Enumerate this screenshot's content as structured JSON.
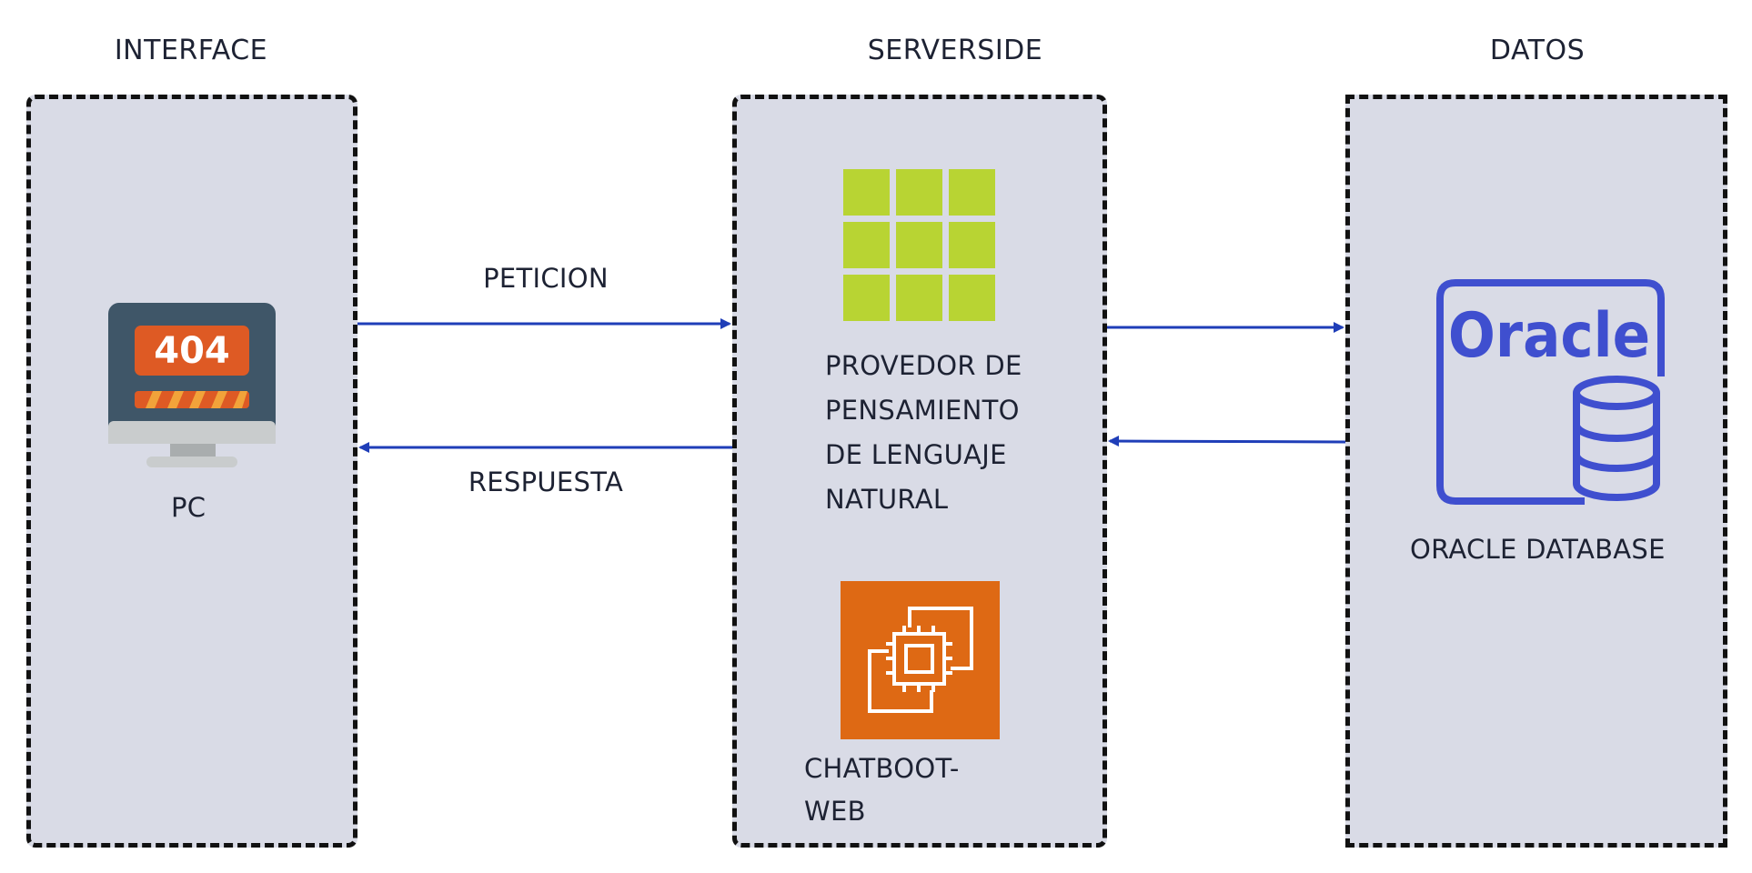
{
  "columns": {
    "interface": "INTERFACE",
    "serverside": "SERVERSIDE",
    "datos": "DATOS"
  },
  "nodes": {
    "pc": "PC",
    "nlp_provider_lines": [
      "PROVEDOR DE",
      "PENSAMIENTO",
      "DE LENGUAJE",
      "NATURAL"
    ],
    "chatbot_lines": [
      "CHATBOOT-",
      "WEB"
    ],
    "oracle_db": "ORACLE DATABASE",
    "oracle_logo": "Oracle",
    "pc_error_code": "404"
  },
  "edges": {
    "request": "PETICION",
    "response": "RESPUESTA"
  },
  "colors": {
    "zone_fill": "#d9dbe6",
    "arrow": "#1f3eb8",
    "grid_green": "#b8d433",
    "aws_orange": "#de6914",
    "oracle_blue": "#3f4fcf"
  },
  "icons": {
    "pc": "monitor-404-icon",
    "nlp_provider": "green-grid-icon",
    "chatbot": "ec2-instances-icon",
    "oracle": "oracle-database-icon"
  }
}
